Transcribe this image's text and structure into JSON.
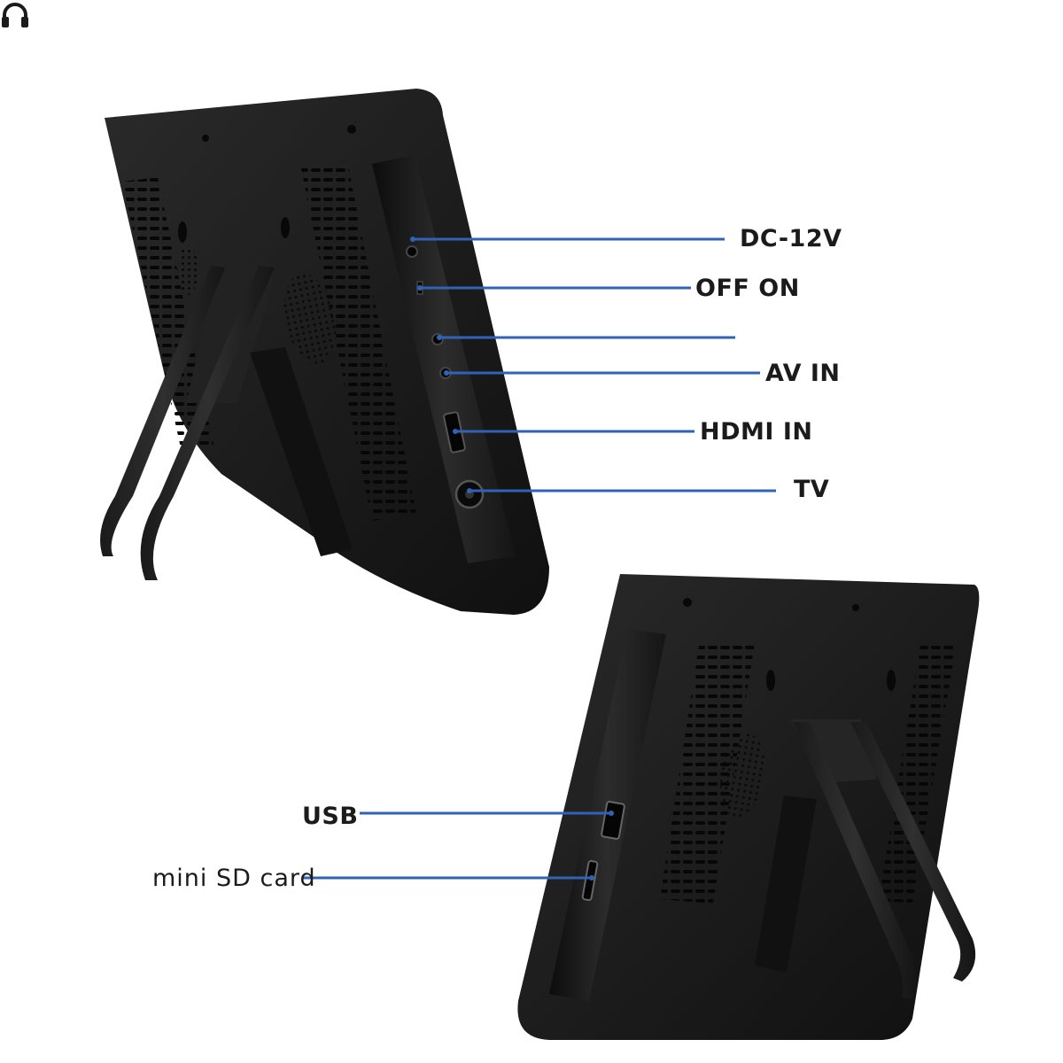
{
  "labels": {
    "dc": "DC-12V",
    "offon": "OFF ON",
    "headphone_icon": "headphone-icon",
    "avin": "AV IN",
    "hdmi": "HDMI IN",
    "tv": "TV",
    "usb": "USB",
    "sd": "mini SD card"
  },
  "colors": {
    "callout_line": "#2f63b8",
    "device_body": "#1c1c1c",
    "background": "#ffffff"
  }
}
